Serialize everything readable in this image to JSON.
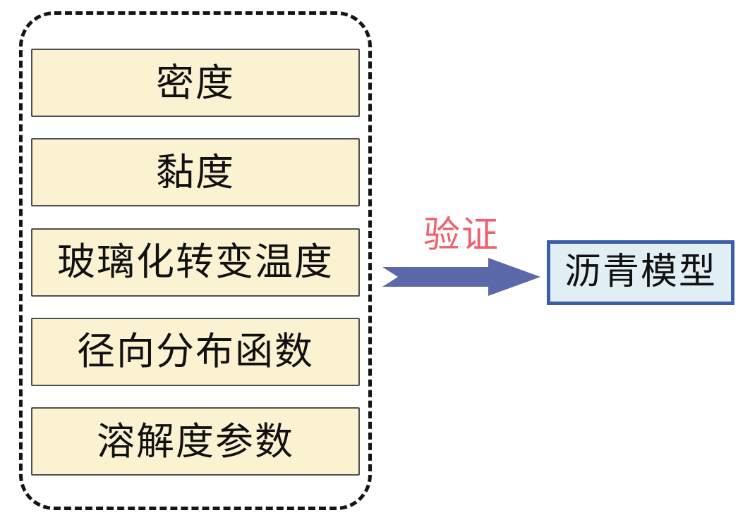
{
  "diagram": {
    "properties_group": {
      "items": [
        {
          "label": "密度"
        },
        {
          "label": "黏度"
        },
        {
          "label": "玻璃化转变温度"
        },
        {
          "label": "径向分布函数"
        },
        {
          "label": "溶解度参数"
        }
      ]
    },
    "arrow": {
      "label": "验证",
      "label_color": "#f0606d",
      "fill": "#5b69aa"
    },
    "model_box": {
      "label": "沥青模型",
      "fill": "#e1eff5",
      "border_color": "#3b5ea8"
    },
    "colors": {
      "property_box_fill": "#fbf2d2",
      "property_box_border": "#4f4f4f",
      "dashed_border": "#141414",
      "background": "#ffffff"
    }
  }
}
